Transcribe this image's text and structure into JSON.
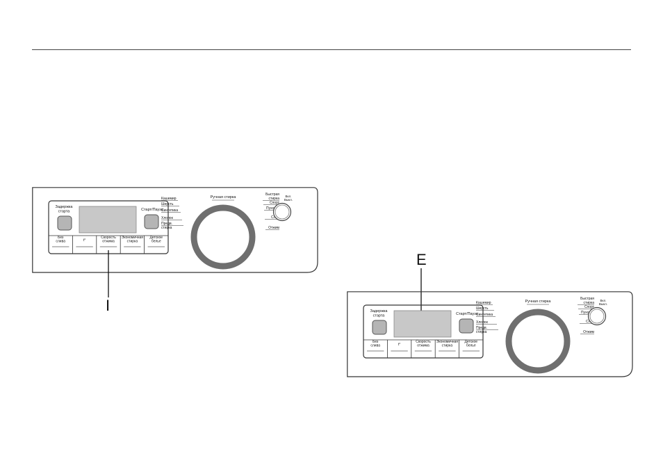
{
  "page": {
    "callouts": {
      "left": "I",
      "right": "E"
    }
  },
  "panel": {
    "delay_start": [
      "Задержка",
      "старта"
    ],
    "start_pause": "Старт/Пауза",
    "temperature": "t°",
    "buttons": [
      [
        "Без",
        "слива"
      ],
      [
        "t°"
      ],
      [
        "Скорость",
        "отжима"
      ],
      [
        "Экономичная",
        "стирка"
      ],
      [
        "Детское",
        "белье"
      ]
    ],
    "power": [
      "Вкл.",
      "Выкл."
    ],
    "programs_left": [
      "Кашемир",
      "Шерсть",
      "Синтетика",
      "Хлопок",
      [
        "Предв.",
        "стирка"
      ]
    ],
    "program_top": "Ручная стирка",
    "programs_right": [
      [
        "Быстрая",
        "стирка"
      ],
      "Спорт",
      "Пуховик",
      "Слив",
      "Отжим"
    ]
  },
  "colors": {
    "ring": "#6f6f6f",
    "outline": "#333333",
    "display": "#c8c8c8",
    "button": "#b5b5b5"
  }
}
